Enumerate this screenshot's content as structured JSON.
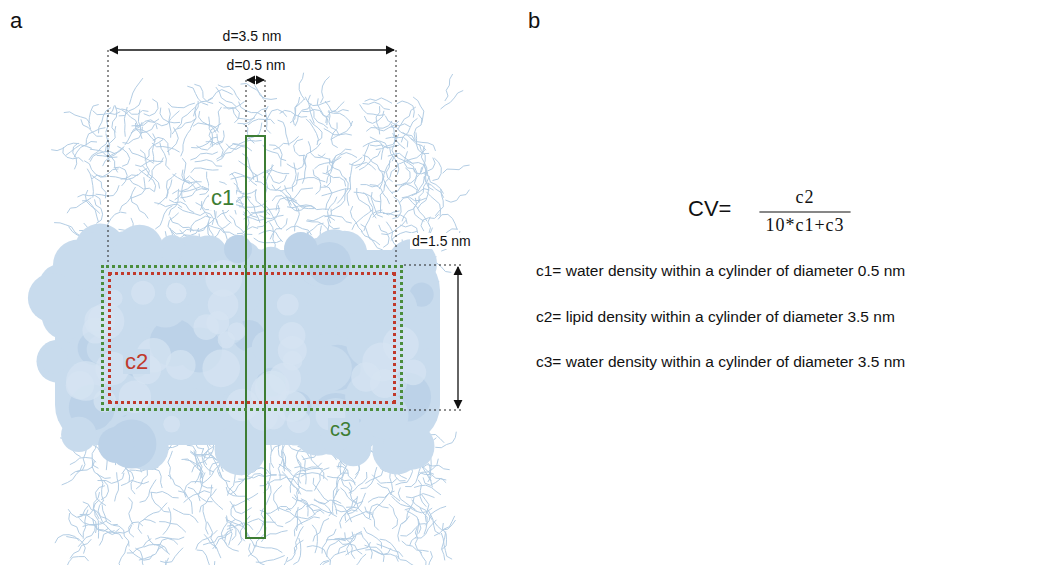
{
  "diagram": {
    "nodes": [
      {
        "text": [
          "c1"
        ]
      },
      {
        "text": [
          "c3"
        ]
      },
      {
        "text": [
          "c2"
        ],
        "in": 1
      }
    ],
    "labels": [
      "a",
      "b",
      "d=3.5 nm",
      "d=0.5 nm",
      "d=1.5 nm",
      "CV=",
      "c2",
      "10*c1+c3",
      "c1= water density within a cylinder of diameter 0.5 nm",
      "c2= lipid density within a cylinder of diameter 3.5 nm",
      "c3= water density within a cylinder of diameter 3.5 nm"
    ]
  }
}
